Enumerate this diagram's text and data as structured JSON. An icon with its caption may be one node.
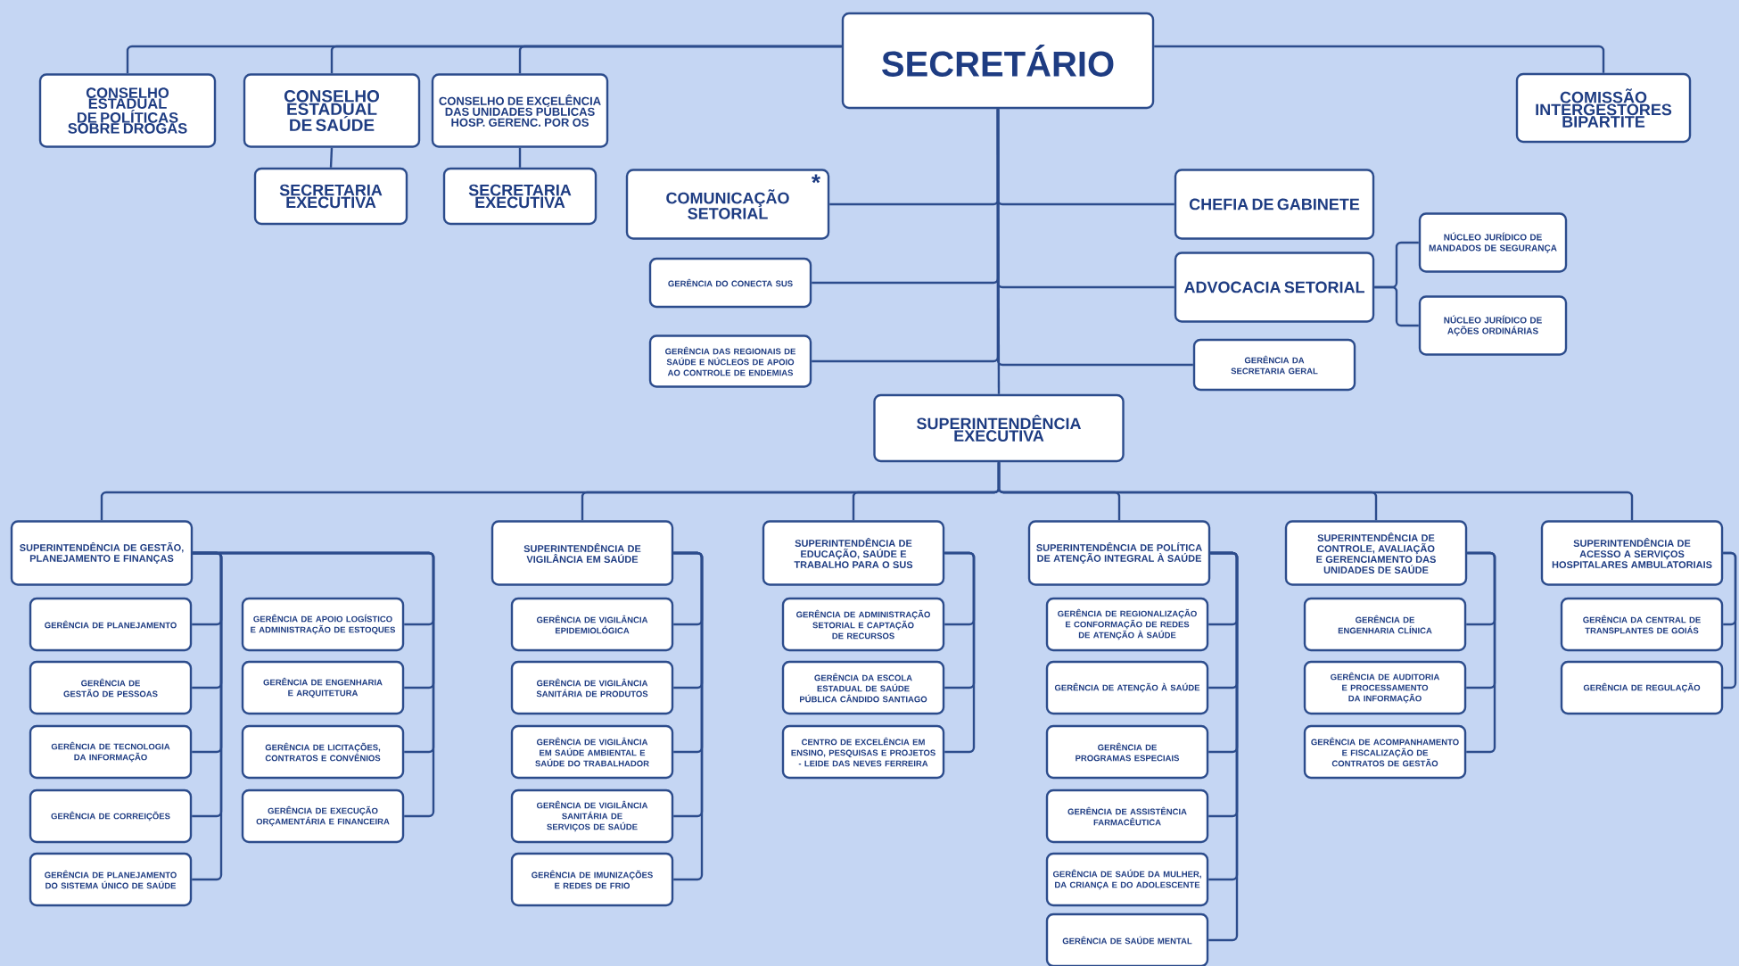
{
  "diagram": {
    "nodes": [
      {
        "text": [
          "SECRETÁRIO"
        ]
      },
      {
        "text": [
          "CONSELHO ESTADUAL DE POLÍTICAS SOBRE DROGAS"
        ]
      },
      {
        "text": [
          "CONSELHO ESTADUAL DE SAÚDE"
        ]
      },
      {
        "text": [
          "CONSELHO DE EXCELÊNCIA DAS UNIDADES PÚBLICAS HOSP. GERENC. POR OS"
        ]
      },
      {
        "text": [
          "SECRETARIA EXECUTIVA"
        ]
      },
      {
        "text": [
          "SECRETARIA EXECUTIVA"
        ]
      },
      {
        "text": [
          "COMISSÃO INTERGESTORES BIPARTITE"
        ]
      },
      {
        "text": [
          "COMUNICAÇÃO SETORIAL",
          "*"
        ]
      },
      {
        "text": [
          "CHEFIA DE GABINETE"
        ]
      },
      {
        "text": [
          "GERÊNCIA DO CONECTA SUS"
        ]
      },
      {
        "text": [
          "ADVOCACIA SETORIAL"
        ]
      },
      {
        "text": [
          "NÚCLEO JURÍDICO DE MANDADOS DE SEGURANÇA"
        ]
      },
      {
        "text": [
          "NÚCLEO JURÍDICO DE AÇÕES ORDINÁRIAS"
        ]
      },
      {
        "text": [
          "GERÊNCIA DAS REGIONAIS DE SAÚDE E NÚCLEOS DE APOIO AO CONTROLE DE ENDEMIAS"
        ]
      },
      {
        "text": [
          "GERÊNCIA DA SECRETARIA GERAL"
        ]
      },
      {
        "text": [
          "SUPERINTENDÊNCIA EXECUTIVA"
        ]
      },
      {
        "text": [
          "SUPERINTENDÊNCIA DE GESTÃO, PLANEJAMENTO E FINANÇAS"
        ]
      },
      {
        "text": [
          "GERÊNCIA DE PLANEJAMENTO"
        ]
      },
      {
        "text": [
          "GERÊNCIA DE GESTÃO DE PESSOAS"
        ]
      },
      {
        "text": [
          "GERÊNCIA DE TECNOLOGIA DA INFORMAÇÃO"
        ]
      },
      {
        "text": [
          "GERÊNCIA DE CORREIÇÕES"
        ]
      },
      {
        "text": [
          "GERÊNCIA DE PLANEJAMENTO DO SISTEMA ÚNICO DE SAÚDE"
        ]
      },
      {
        "text": [
          "GERÊNCIA DE APOIO LOGÍSTICO E ADMINISTRAÇÃO DE ESTOQUES"
        ]
      },
      {
        "text": [
          "GERÊNCIA DE ENGENHARIA E ARQUITETURA"
        ]
      },
      {
        "text": [
          "GERÊNCIA DE LICITAÇÕES, CONTRATOS E CONVÊNIOS"
        ]
      },
      {
        "text": [
          "GERÊNCIA DE EXECUÇÃO ORÇAMENTÁRIA E FINANCEIRA"
        ]
      },
      {
        "text": [
          "SUPERINTENDÊNCIA DE VIGILÂNCIA EM SAÚDE"
        ]
      },
      {
        "text": [
          "GERÊNCIA DE VIGILÂNCIA EPIDEMIOLÓGICA"
        ]
      },
      {
        "text": [
          "GERÊNCIA DE VIGILÂNCIA SANITÁRIA DE PRODUTOS"
        ]
      },
      {
        "text": [
          "GERÊNCIA DE VIGILÂNCIA EM SAÚDE AMBIENTAL E SAÚDE DO TRABALHADOR"
        ]
      },
      {
        "text": [
          "GERÊNCIA DE VIGILÂNCIA SANITÁRIA DE SERVIÇOS DE SAÚDE"
        ]
      },
      {
        "text": [
          "GERÊNCIA DE IMUNIZAÇÕES E REDES DE FRIO"
        ]
      },
      {
        "text": [
          "SUPERINTENDÊNCIA DE EDUCAÇÃO, SAÚDE E TRABALHO PARA O SUS"
        ]
      },
      {
        "text": [
          "GERÊNCIA DE ADMINISTRAÇÃO SETORIAL E CAPTAÇÃO DE RECURSOS"
        ]
      },
      {
        "text": [
          "GERÊNCIA DA ESCOLA ESTADUAL DE SAÚDE PÚBLICA CÂNDIDO SANTIAGO"
        ]
      },
      {
        "text": [
          "CENTRO DE EXCELÊNCIA EM ENSINO, PESQUISAS E PROJETOS - LEIDE DAS NEVES FERREIRA"
        ]
      },
      {
        "text": [
          "SUPERINTENDÊNCIA DE POLÍTICA DE ATENÇÃO INTEGRAL À SAÚDE"
        ]
      },
      {
        "text": [
          "GERÊNCIA DE REGIONALIZAÇÃO E CONFORMAÇÃO DE REDES DE ATENÇÃO À SAÚDE"
        ]
      },
      {
        "text": [
          "GERÊNCIA DE ATENÇÃO À SAÚDE"
        ]
      },
      {
        "text": [
          "GERÊNCIA DE PROGRAMAS ESPECIAIS"
        ]
      },
      {
        "text": [
          "GERÊNCIA DE ASSISTÊNCIA FARMACÊUTICA"
        ]
      },
      {
        "text": [
          "GERÊNCIA DE SAÚDE DA MULHER, DA CRIANÇA E DO ADOLESCENTE"
        ]
      },
      {
        "text": [
          "GERÊNCIA DE SAÚDE MENTAL"
        ]
      },
      {
        "text": [
          "SUPERINTENDÊNCIA DE CONTROLE, AVALIAÇÃO E GERENCIAMENTO DAS UNIDADES DE SAÚDE"
        ]
      },
      {
        "text": [
          "GERÊNCIA DE ENGENHARIA CLÍNICA"
        ]
      },
      {
        "text": [
          "GERÊNCIA DE AUDITORIA E PROCESSAMENTO DA INFORMAÇÃO"
        ]
      },
      {
        "text": [
          "GERÊNCIA DE ACOMPANHAMENTO E FISCALIZAÇÃO DE CONTRATOS DE GESTÃO"
        ]
      },
      {
        "text": [
          "SUPERINTENDÊNCIA DE ACESSO A SERVIÇOS HOSPITALARES AMBULATORIAIS"
        ]
      },
      {
        "text": [
          "GERÊNCIA DA CENTRAL DE TRANSPLANTES DE GOIÁS"
        ]
      },
      {
        "text": [
          "GERÊNCIA DE REGULAÇÃO"
        ]
      }
    ],
    "edges": [
      {
        "from": 0,
        "to": 1,
        "arrow": "none"
      },
      {
        "from": 0,
        "to": 2,
        "arrow": "none"
      },
      {
        "from": 0,
        "to": 3,
        "arrow": "none"
      },
      {
        "from": 0,
        "to": 6,
        "arrow": "none"
      },
      {
        "from": 2,
        "to": 4,
        "arrow": "none"
      },
      {
        "from": 3,
        "to": 5,
        "arrow": "none"
      },
      {
        "from": 0,
        "to": 7,
        "arrow": "none"
      },
      {
        "from": 0,
        "to": 8,
        "arrow": "none"
      },
      {
        "from": 0,
        "to": 9,
        "arrow": "none"
      },
      {
        "from": 0,
        "to": 10,
        "arrow": "none"
      },
      {
        "from": 10,
        "to": 11,
        "arrow": "none"
      },
      {
        "from": 10,
        "to": 12,
        "arrow": "none"
      },
      {
        "from": 0,
        "to": 13,
        "arrow": "none"
      },
      {
        "from": 0,
        "to": 14,
        "arrow": "none"
      },
      {
        "from": 0,
        "to": 15,
        "arrow": "none"
      },
      {
        "from": 15,
        "to": 16,
        "arrow": "none"
      },
      {
        "from": 15,
        "to": 26,
        "arrow": "none"
      },
      {
        "from": 15,
        "to": 32,
        "arrow": "none"
      },
      {
        "from": 15,
        "to": 36,
        "arrow": "none"
      },
      {
        "from": 15,
        "to": 43,
        "arrow": "none"
      },
      {
        "from": 15,
        "to": 47,
        "arrow": "none"
      },
      {
        "from": 16,
        "to": 17,
        "arrow": "none"
      },
      {
        "from": 16,
        "to": 18,
        "arrow": "none"
      },
      {
        "from": 16,
        "to": 19,
        "arrow": "none"
      },
      {
        "from": 16,
        "to": 20,
        "arrow": "none"
      },
      {
        "from": 16,
        "to": 21,
        "arrow": "none"
      },
      {
        "from": 16,
        "to": 22,
        "arrow": "none"
      },
      {
        "from": 16,
        "to": 23,
        "arrow": "none"
      },
      {
        "from": 16,
        "to": 24,
        "arrow": "none"
      },
      {
        "from": 16,
        "to": 25,
        "arrow": "none"
      },
      {
        "from": 26,
        "to": 27,
        "arrow": "none"
      },
      {
        "from": 26,
        "to": 28,
        "arrow": "none"
      },
      {
        "from": 26,
        "to": 29,
        "arrow": "none"
      },
      {
        "from": 26,
        "to": 30,
        "arrow": "none"
      },
      {
        "from": 26,
        "to": 31,
        "arrow": "none"
      },
      {
        "from": 32,
        "to": 33,
        "arrow": "none"
      },
      {
        "from": 32,
        "to": 34,
        "arrow": "none"
      },
      {
        "from": 32,
        "to": 35,
        "arrow": "none"
      },
      {
        "from": 36,
        "to": 37,
        "arrow": "none"
      },
      {
        "from": 36,
        "to": 38,
        "arrow": "none"
      },
      {
        "from": 36,
        "to": 39,
        "arrow": "none"
      },
      {
        "from": 36,
        "to": 40,
        "arrow": "none"
      },
      {
        "from": 36,
        "to": 41,
        "arrow": "none"
      },
      {
        "from": 36,
        "to": 42,
        "arrow": "none"
      },
      {
        "from": 43,
        "to": 44,
        "arrow": "none"
      },
      {
        "from": 43,
        "to": 45,
        "arrow": "none"
      },
      {
        "from": 43,
        "to": 46,
        "arrow": "none"
      },
      {
        "from": 47,
        "to": 48,
        "arrow": "none"
      },
      {
        "from": 47,
        "to": 49,
        "arrow": "none"
      }
    ]
  }
}
